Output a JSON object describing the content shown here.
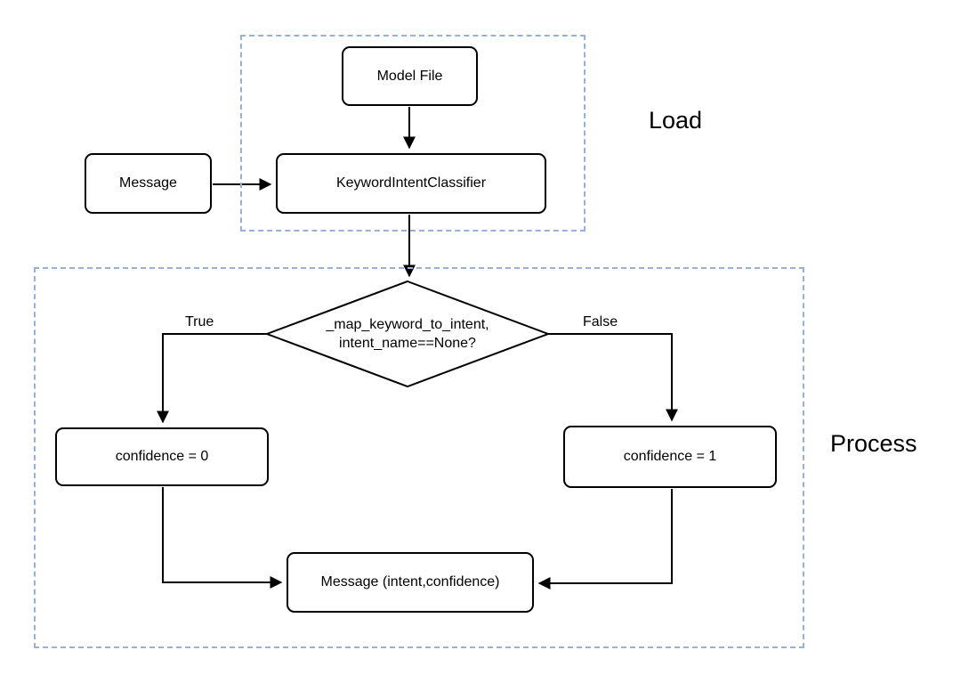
{
  "diagram": {
    "background_color": "#ffffff",
    "node_stroke_color": "#000000",
    "region_border_color": "#97b1dd",
    "regions": {
      "load": {
        "label": "Load"
      },
      "process": {
        "label": "Process"
      }
    },
    "nodes": {
      "model_file": {
        "label": "Model File",
        "shape": "rounded-rect"
      },
      "message_in": {
        "label": "Message",
        "shape": "rounded-rect"
      },
      "classifier": {
        "label": "KeywordIntentClassifier",
        "shape": "rounded-rect"
      },
      "decision": {
        "label_line1": "_map_keyword_to_intent,",
        "label_line2": "intent_name==None?",
        "shape": "diamond"
      },
      "confidence_zero": {
        "label": "confidence = 0",
        "shape": "rounded-rect"
      },
      "confidence_one": {
        "label": "confidence = 1",
        "shape": "rounded-rect"
      },
      "message_out": {
        "label": "Message (intent,confidence)",
        "shape": "rounded-rect"
      }
    },
    "edge_labels": {
      "true_branch": "True",
      "false_branch": "False"
    },
    "edges": [
      {
        "from": "model_file",
        "to": "classifier"
      },
      {
        "from": "message_in",
        "to": "classifier"
      },
      {
        "from": "classifier",
        "to": "decision"
      },
      {
        "from": "decision",
        "to": "confidence_zero",
        "label": "True"
      },
      {
        "from": "decision",
        "to": "confidence_one",
        "label": "False"
      },
      {
        "from": "confidence_zero",
        "to": "message_out"
      },
      {
        "from": "confidence_one",
        "to": "message_out"
      }
    ]
  }
}
